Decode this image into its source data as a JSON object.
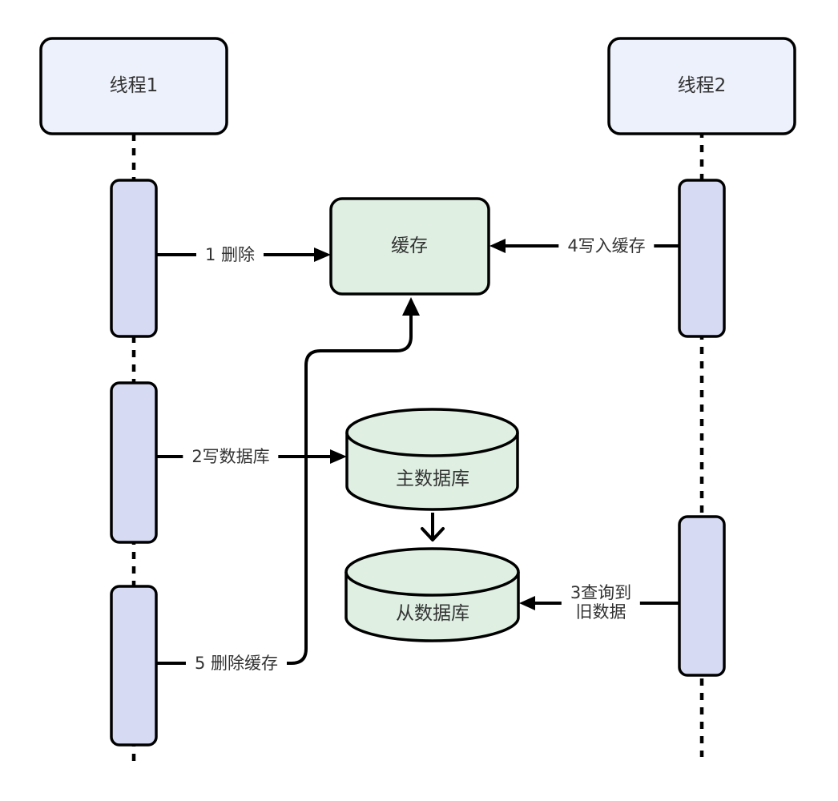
{
  "diagram": {
    "title_semantics": "cache / database consistency sequence diagram",
    "colors": {
      "background": "#ffffff",
      "thread_box_fill": "#edf1fb",
      "activation_bar_fill": "#d6daf3",
      "store_fill": "#dff0e3",
      "stroke": "#000000",
      "text": "#333333"
    },
    "nodes": {
      "thread1": {
        "label": "线程1"
      },
      "thread2": {
        "label": "线程2"
      },
      "cache": {
        "label": "缓存"
      },
      "primary_db": {
        "label": "主数据库"
      },
      "replica_db": {
        "label": "从数据库"
      }
    },
    "edges": {
      "step1": {
        "label": "1 删除",
        "from": "thread1",
        "to": "cache",
        "arrow": "filled-right"
      },
      "step2": {
        "label": "2写数据库",
        "from": "thread1",
        "to": "primary_db",
        "arrow": "filled-right"
      },
      "step3": {
        "label": "3查询到\n旧数据",
        "from": "thread2",
        "to": "replica_db",
        "arrow": "filled-left"
      },
      "step4": {
        "label": "4写入缓存",
        "from": "thread2",
        "to": "cache",
        "arrow": "filled-left"
      },
      "step5": {
        "label": "5 删除缓存",
        "from": "thread1",
        "to": "cache",
        "arrow": "filled-up-curved"
      },
      "replication": {
        "label": "",
        "from": "primary_db",
        "to": "replica_db",
        "arrow": "open-down"
      }
    }
  }
}
